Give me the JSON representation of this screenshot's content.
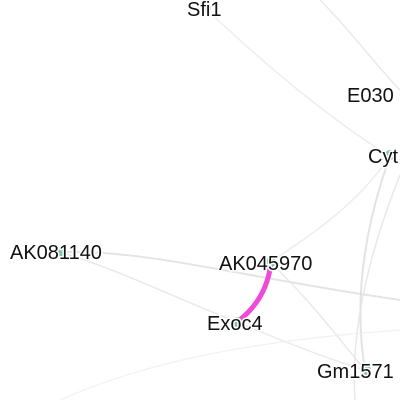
{
  "nodes": [
    {
      "id": "sfi1",
      "label": "Sfi1"
    },
    {
      "id": "e030",
      "label": "E030"
    },
    {
      "id": "cyt",
      "label": "Cyt"
    },
    {
      "id": "ak081140",
      "label": "AK081140"
    },
    {
      "id": "ak045970",
      "label": "AK045970"
    },
    {
      "id": "exoc4",
      "label": "Exoc4"
    },
    {
      "id": "gm1571",
      "label": "Gm1571"
    }
  ],
  "highlighted_edges": [
    {
      "source": "ak045970",
      "target": "exoc4",
      "color": "#f04ad8"
    }
  ],
  "colors": {
    "node_fill": "#7fc3a8",
    "background_edge": "#d9d9d9",
    "highlight_edge": "#f04ad8",
    "label_text": "#111111"
  }
}
